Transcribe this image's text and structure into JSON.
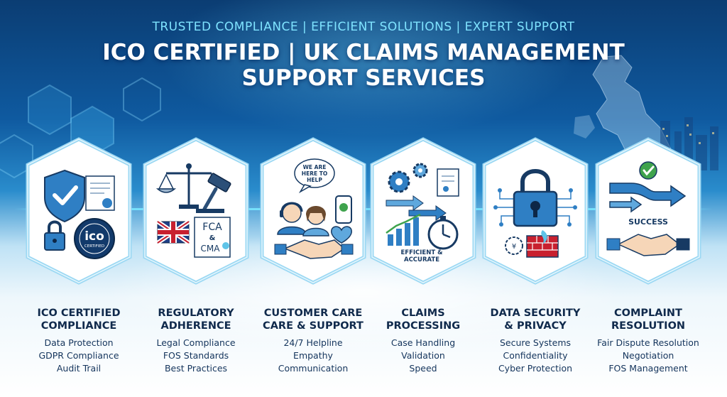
{
  "header": {
    "tagline": "TRUSTED COMPLIANCE | EFFICIENT SOLUTIONS | EXPERT SUPPORT",
    "title_line1": "ICO CERTIFIED | UK CLAIMS MANAGEMENT",
    "title_line2": "SUPPORT SERVICES"
  },
  "colors": {
    "navy": "#102a4c",
    "accent": "#2f7fc4",
    "cyan": "#7fe3ff",
    "green": "#3fa34d",
    "red": "#c8202f"
  },
  "cards": [
    {
      "title_line1": "ICO CERTIFIED",
      "title_line2": "COMPLIANCE",
      "items": [
        "Data Protection",
        "GDPR Compliance",
        "Audit Trail"
      ],
      "icons": [
        "shield-check-icon",
        "certificate-icon",
        "padlock-icon",
        "ico-seal-icon"
      ],
      "badge": "ico",
      "badge_sub": "CERTIFIED"
    },
    {
      "title_line1": "REGULATORY",
      "title_line2": "ADHERENCE",
      "items": [
        "Legal Compliance",
        "FOS Standards",
        "Best Practices"
      ],
      "icons": [
        "scales-icon",
        "gavel-icon",
        "uk-flag-icon",
        "fca-cma-document-icon"
      ],
      "badge_fca": "FCA",
      "badge_amp": "&",
      "badge_cma": "CMA"
    },
    {
      "title_line1": "CUSTOMER CARE",
      "title_line2": "CARE & SUPPORT",
      "items": [
        "24/7 Helpline",
        "Empathy",
        "Communication"
      ],
      "icons": [
        "speech-bubble-icon",
        "headset-agent-icon",
        "phone-icon",
        "heart-icon",
        "handshake-icon"
      ],
      "bubble_line1": "WE ARE",
      "bubble_line2": "HERE TO",
      "bubble_line3": "HELP"
    },
    {
      "title_line1": "CLAIMS",
      "title_line2": "PROCESSING",
      "items": [
        "Case Handling",
        "Validation",
        "Speed"
      ],
      "icons": [
        "gears-icon",
        "document-icon",
        "arrows-icon",
        "bar-chart-icon",
        "stopwatch-icon"
      ],
      "caption_line1": "EFFICIENT &",
      "caption_line2": "ACCURATE"
    },
    {
      "title_line1": "DATA SECURITY",
      "title_line2": "& PRIVACY",
      "items": [
        "Secure Systems",
        "Confidentiality",
        "Cyber Protection"
      ],
      "icons": [
        "big-padlock-icon",
        "circuit-icon",
        "firewall-icon",
        "coin-gear-icon"
      ]
    },
    {
      "title_line1": "COMPLAINT",
      "title_line2": "RESOLUTION",
      "items": [
        "Fair Dispute Resolution",
        "Negotiation",
        "FOS Management"
      ],
      "icons": [
        "check-circle-icon",
        "converging-arrows-icon",
        "handshake-icon"
      ],
      "caption": "SUCCESS"
    }
  ]
}
